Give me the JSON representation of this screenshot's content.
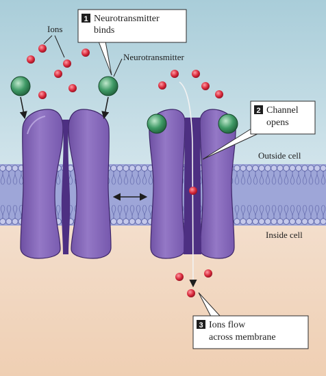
{
  "colors": {
    "outside_top": "#a9cdd9",
    "outside_bottom": "#d8e8ee",
    "inside_top": "#f4e1d1",
    "inside_bottom": "#efcfb3",
    "membrane": "#9ea6d8",
    "lipid_head": "#c5c9eb",
    "lipid_edge": "#5c63a6",
    "channel": "#8668b8",
    "channel_dark": "#4d2f82",
    "channel_edge": "#3c2567",
    "ion": "#d7283a",
    "neurotransmitter": "#3f9a66",
    "callout_border": "#2a2a2a",
    "step_badge": "#1e1e1e"
  },
  "icons": {
    "ion": "red-circle",
    "neurotransmitter": "green-sphere",
    "movement": "double-headed-arrow"
  },
  "labels": {
    "ions": "Ions",
    "neurotransmitter": "Neurotransmitter",
    "outside_cell": "Outside cell",
    "inside_cell": "Inside cell"
  },
  "steps": [
    {
      "number": "1",
      "lines": [
        "Neurotransmitter",
        "binds"
      ]
    },
    {
      "number": "2",
      "lines": [
        "Channel",
        "opens"
      ]
    },
    {
      "number": "3",
      "lines": [
        "Ions flow",
        "across membrane"
      ]
    }
  ]
}
